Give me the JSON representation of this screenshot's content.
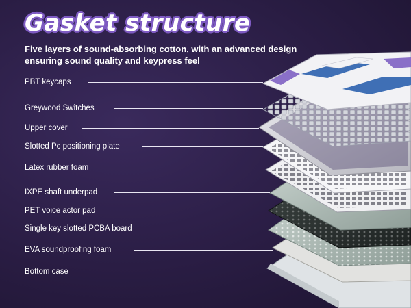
{
  "heading": {
    "title": "Gasket structure",
    "subtitle_line1": "Five layers of sound-absorbing cotton, with an advanced design",
    "subtitle_line2": "ensuring sound quality and keypress feel"
  },
  "layers": [
    {
      "label": "PBT keycaps"
    },
    {
      "label": "Greywood Switches"
    },
    {
      "label": "Upper cover"
    },
    {
      "label": "Slotted Pc positioning plate"
    },
    {
      "label": "Latex rubber foam"
    },
    {
      "label": "IXPE shaft underpad"
    },
    {
      "label": "PET voice actor pad"
    },
    {
      "label": "Single key slotted PCBA board"
    },
    {
      "label": "EVA soundproofing foam"
    },
    {
      "label": "Bottom case"
    }
  ],
  "colors": {
    "background": "#2a1d44",
    "title_outline": "#7e5bc2",
    "keycap_blue": "#3f6fb5",
    "keycap_white": "#f2f2f5",
    "keycap_purple": "#8a6fc8"
  }
}
